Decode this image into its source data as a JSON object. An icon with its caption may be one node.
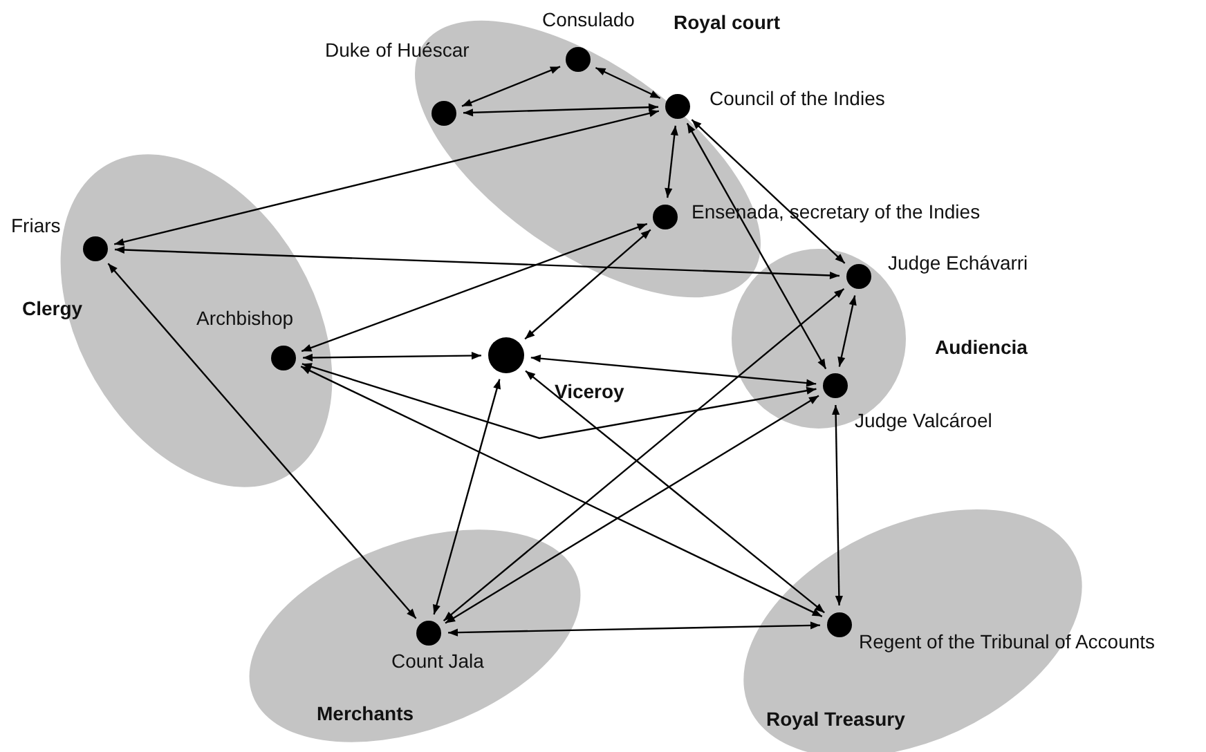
{
  "diagram": {
    "nodes": [
      {
        "text": [
          "Royal court"
        ]
      },
      {
        "text": [],
        "shape": "circle",
        "beside": [
          "Consulado"
        ],
        "in": 0
      },
      {
        "text": [],
        "shape": "circle",
        "beside": [
          "Duke of Huéscar"
        ],
        "in": 0
      },
      {
        "text": [],
        "shape": "circle",
        "beside": [
          "Council of the Indies"
        ],
        "in": 0
      },
      {
        "text": [],
        "shape": "circle",
        "beside": [
          "Ensenada, secretary of the Indies"
        ],
        "in": 0
      },
      {
        "text": [
          "Clergy"
        ]
      },
      {
        "text": [],
        "shape": "circle",
        "beside": [
          "Friars"
        ],
        "in": 5
      },
      {
        "text": [],
        "shape": "circle",
        "beside": [
          "Archbishop"
        ],
        "in": 5
      },
      {
        "text": [],
        "shape": "circle",
        "beside": [
          "Viceroy"
        ]
      },
      {
        "text": [
          "Audiencia"
        ]
      },
      {
        "text": [],
        "shape": "circle",
        "beside": [
          "Judge Echávarri"
        ],
        "in": 9
      },
      {
        "text": [],
        "shape": "circle",
        "beside": [
          "Judge Valcároel"
        ],
        "in": 9
      },
      {
        "text": [
          "Merchants"
        ]
      },
      {
        "text": [],
        "shape": "circle",
        "beside": [
          "Count Jala"
        ],
        "in": 12
      },
      {
        "text": [
          "Royal Treasury"
        ]
      },
      {
        "text": [],
        "shape": "circle",
        "beside": [
          "Regent of the Tribunal of Accounts"
        ],
        "in": 14
      }
    ],
    "edges": [
      {
        "from": 2,
        "to": 1,
        "arrow": "both"
      },
      {
        "from": 2,
        "to": 3,
        "arrow": "both"
      },
      {
        "from": 1,
        "to": 3,
        "arrow": "both"
      },
      {
        "from": 3,
        "to": 6,
        "arrow": "both"
      },
      {
        "from": 3,
        "to": 4,
        "arrow": "both"
      },
      {
        "from": 3,
        "to": 10,
        "arrow": "both"
      },
      {
        "from": 3,
        "to": 11,
        "arrow": "both"
      },
      {
        "from": 6,
        "to": 10,
        "arrow": "both"
      },
      {
        "from": 4,
        "to": 7,
        "arrow": "both"
      },
      {
        "from": 4,
        "to": 8,
        "arrow": "both"
      },
      {
        "from": 7,
        "to": 8,
        "arrow": "both"
      },
      {
        "from": 8,
        "to": 11,
        "arrow": "both"
      },
      {
        "from": 7,
        "to": 11,
        "arrow": "both"
      },
      {
        "from": 7,
        "to": 15,
        "arrow": "both"
      },
      {
        "from": 6,
        "to": 13,
        "arrow": "both"
      },
      {
        "from": 8,
        "to": 13,
        "arrow": "both"
      },
      {
        "from": 8,
        "to": 15,
        "arrow": "both"
      },
      {
        "from": 10,
        "to": 13,
        "arrow": "both"
      },
      {
        "from": 11,
        "to": 13,
        "arrow": "both"
      },
      {
        "from": 10,
        "to": 11,
        "arrow": "both"
      },
      {
        "from": 11,
        "to": 15,
        "arrow": "both"
      },
      {
        "from": 13,
        "to": 15,
        "arrow": "both"
      }
    ]
  }
}
